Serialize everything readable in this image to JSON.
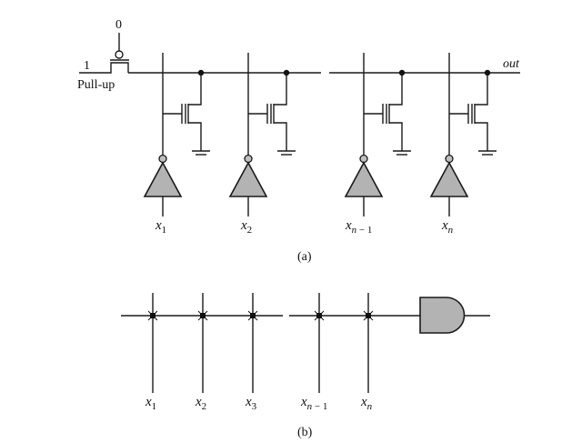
{
  "figure_a": {
    "caption": "(a)",
    "pullup_gate_value": "0",
    "pullup_input_value": "1",
    "pullup_label": "Pull-up",
    "output_label": "out",
    "inputs": [
      {
        "var": "x",
        "sub": "1"
      },
      {
        "var": "x",
        "sub": "2"
      },
      {
        "var": "x",
        "sub": "n − 1"
      },
      {
        "var": "x",
        "sub": "n"
      }
    ]
  },
  "figure_b": {
    "caption": "(b)",
    "inputs": [
      {
        "var": "x",
        "sub": "1"
      },
      {
        "var": "x",
        "sub": "2"
      },
      {
        "var": "x",
        "sub": "3"
      },
      {
        "var": "x",
        "sub": "n − 1"
      },
      {
        "var": "x",
        "sub": "n"
      }
    ]
  },
  "colors": {
    "wire": "#1a1a1a",
    "gate_fill": "#b3b3b3",
    "bubble_fill": "#c0c0c0"
  }
}
